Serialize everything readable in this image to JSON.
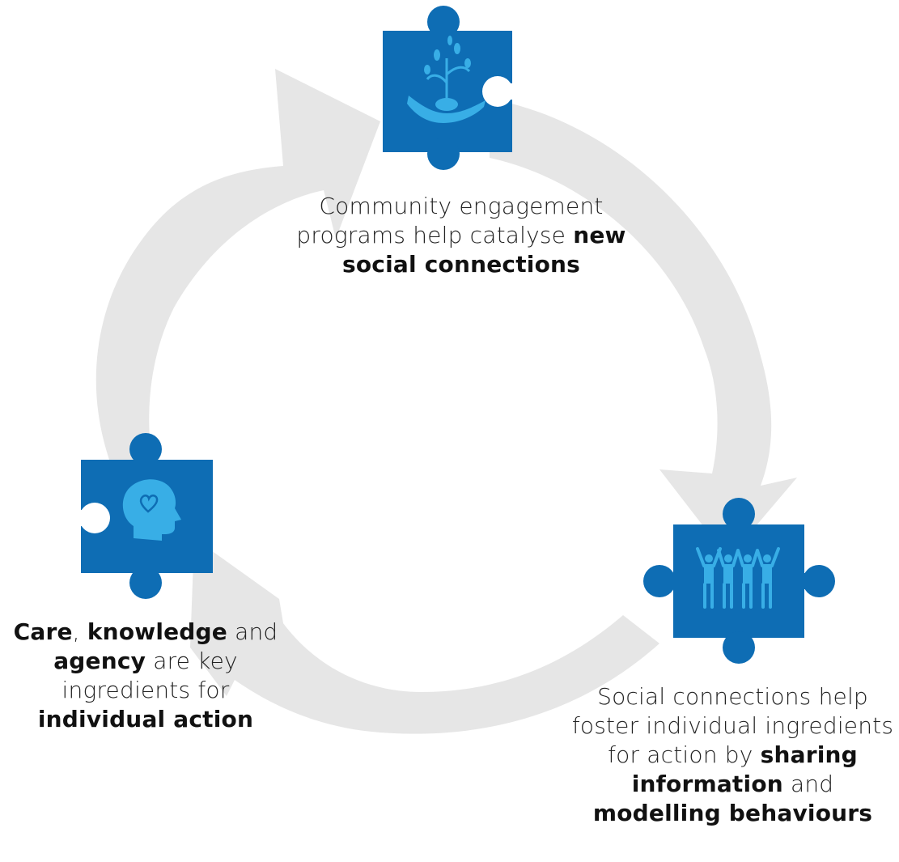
{
  "colors": {
    "puzzle_blue": "#0e6db4",
    "icon_light_blue": "#38aee6",
    "arrow_gray": "#e6e6e6",
    "text_dark": "#222222"
  },
  "icons": {
    "top": "hand-holding-sprout-icon",
    "left": "head-with-heart-icon",
    "right": "group-of-people-icon"
  },
  "cycle": {
    "top": {
      "parts": [
        "Community engagement programs help catalyse ",
        "new social connections"
      ]
    },
    "right": {
      "parts": [
        "Social connections help foster individual ingredients for action by ",
        "sharing information",
        " and ",
        "modelling behaviours"
      ]
    },
    "left": {
      "parts": [
        "Care",
        ", ",
        "knowledge",
        " and ",
        "agency",
        " are key ingredients for ",
        "individual action"
      ]
    }
  }
}
